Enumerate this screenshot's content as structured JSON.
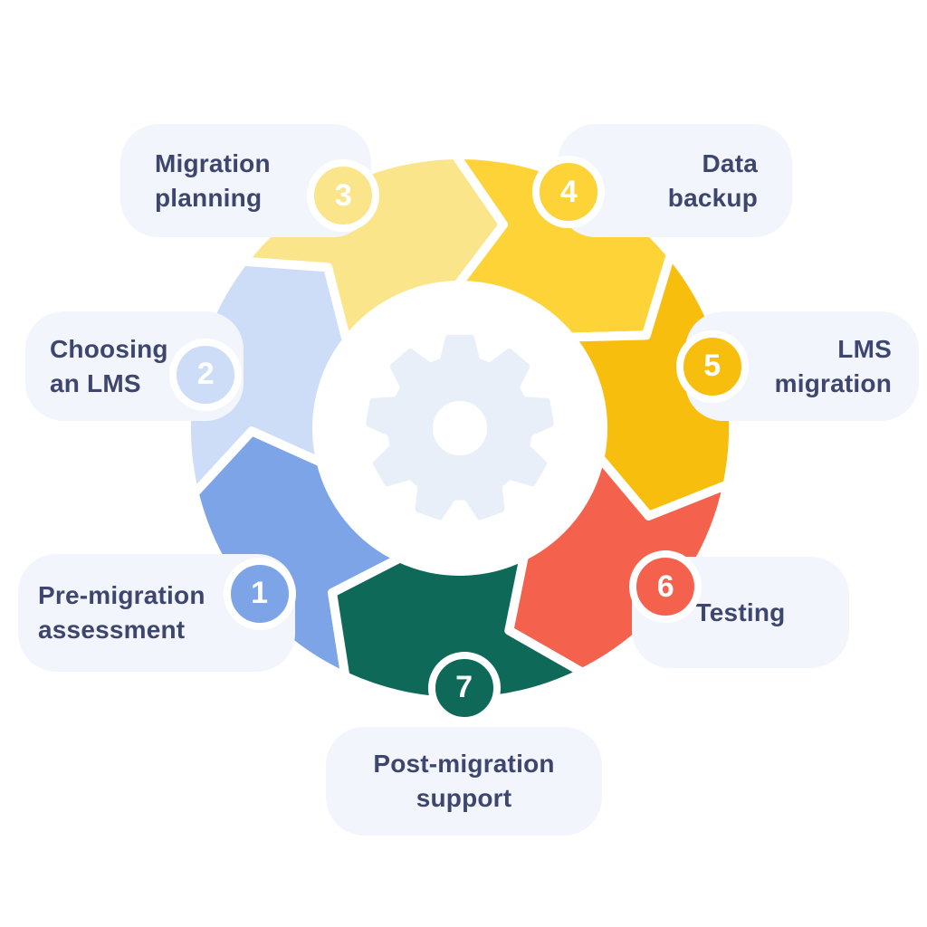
{
  "diagram": {
    "name": "LMS migration process cycle",
    "center_icon": "gear",
    "steps": [
      {
        "number": "1",
        "label_lines": [
          "Pre-migration",
          "assessment"
        ],
        "color": "#7EA4E8"
      },
      {
        "number": "2",
        "label_lines": [
          "Choosing",
          "an LMS"
        ],
        "color": "#CDDDF7"
      },
      {
        "number": "3",
        "label_lines": [
          "Migration",
          "planning"
        ],
        "color": "#FBE58A"
      },
      {
        "number": "4",
        "label_lines": [
          "Data",
          "backup"
        ],
        "color": "#FDD337"
      },
      {
        "number": "5",
        "label_lines": [
          "LMS",
          "migration"
        ],
        "color": "#F8BE0D"
      },
      {
        "number": "6",
        "label_lines": [
          "Testing"
        ],
        "color": "#F4614D"
      },
      {
        "number": "7",
        "label_lines": [
          "Post-migration",
          "support"
        ],
        "color": "#0E6958"
      }
    ],
    "colors": {
      "background": "#FFFFFF",
      "pill_background": "#F2F6FC",
      "label_text": "#3E466E",
      "badge_number_text": "#FFFFFF",
      "badge_ring": "#FFFFFF",
      "segment_gap": "#FFFFFF",
      "center_circle": "#FFFFFF",
      "gear": "#E9EFF9"
    }
  }
}
